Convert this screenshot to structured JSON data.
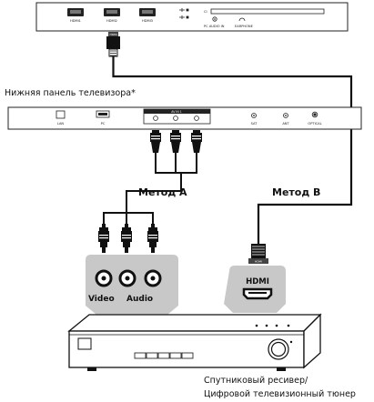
{
  "side_panel": {
    "ports": [
      "HDMI1",
      "HDMI2",
      "HDMI3"
    ],
    "pc_audio_label": "PC AUDIO IN",
    "earphone_label": "EARPHONE",
    "ci_label": "CI"
  },
  "bottom_panel": {
    "caption": "Нижняя панель телевизора*",
    "ports": [
      "LAN",
      "PC",
      "AV IN 1",
      "SAT",
      "ANT",
      "OPTICAL"
    ]
  },
  "method_a_label": "Метод A",
  "method_b_label": "Метод B",
  "receiver_jacks": {
    "video_label": "Video",
    "audio_label": "Audio",
    "hdmi_label": "HDMI"
  },
  "device_caption": {
    "line1": "Спутниковый ресивер/",
    "line2": "Цифровой телевизионный тюнер"
  }
}
